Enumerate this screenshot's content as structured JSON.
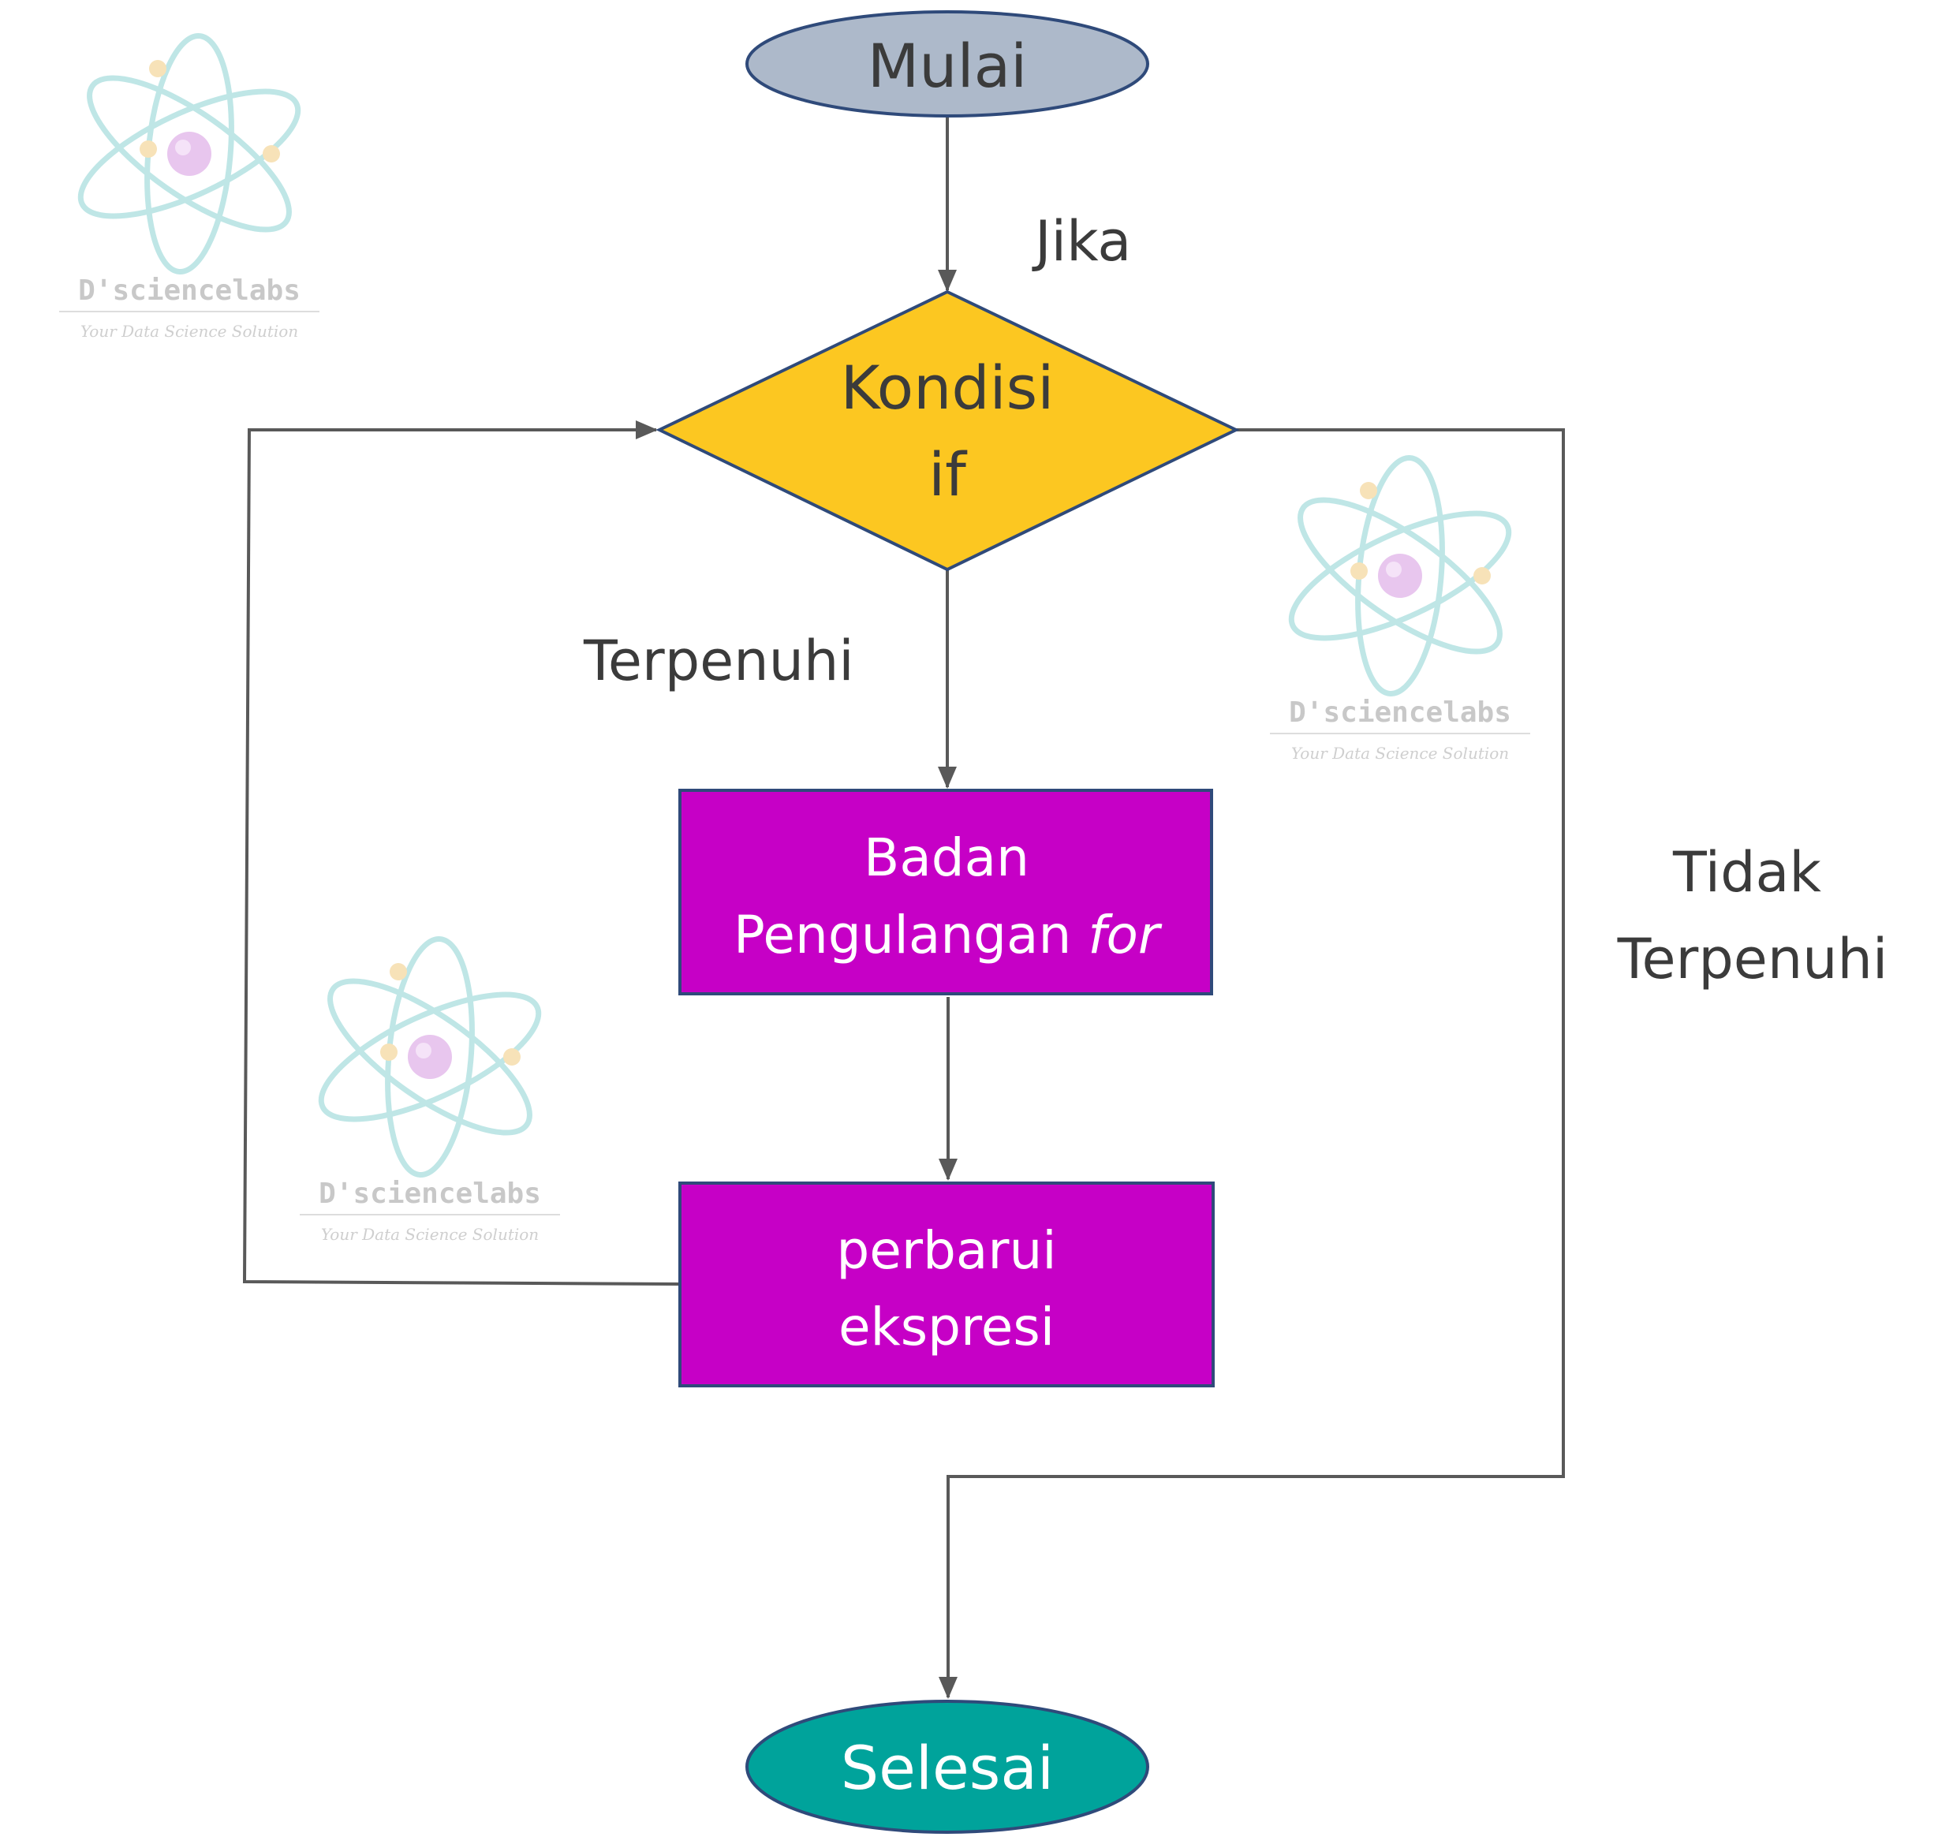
{
  "nodes": {
    "start": {
      "label": "Mulai",
      "fill": "#adb9ca"
    },
    "condition": {
      "line1": "Kondisi",
      "line2": "if",
      "fill": "#fcc721"
    },
    "loop_body": {
      "line1": "Badan",
      "line2_prefix": "Pengulangan ",
      "line2_italic": "for",
      "fill": "#c600c6"
    },
    "update": {
      "line1": "perbarui",
      "line2": "ekspresi",
      "fill": "#c600c6"
    },
    "end": {
      "label": "Selesai",
      "fill": "#00a39b"
    }
  },
  "edge_labels": {
    "if": "Jika",
    "true": "Terpenuhi",
    "false_line1": "Tidak",
    "false_line2": "Terpenuhi"
  },
  "watermark": {
    "title": "D'sciencelabs",
    "subtitle": "Your Data Science Solution"
  },
  "colors": {
    "line": "#595959",
    "shape_border": "#2f4a7a",
    "dark_text": "#3b3b3b",
    "light_text": "#ffffff"
  }
}
